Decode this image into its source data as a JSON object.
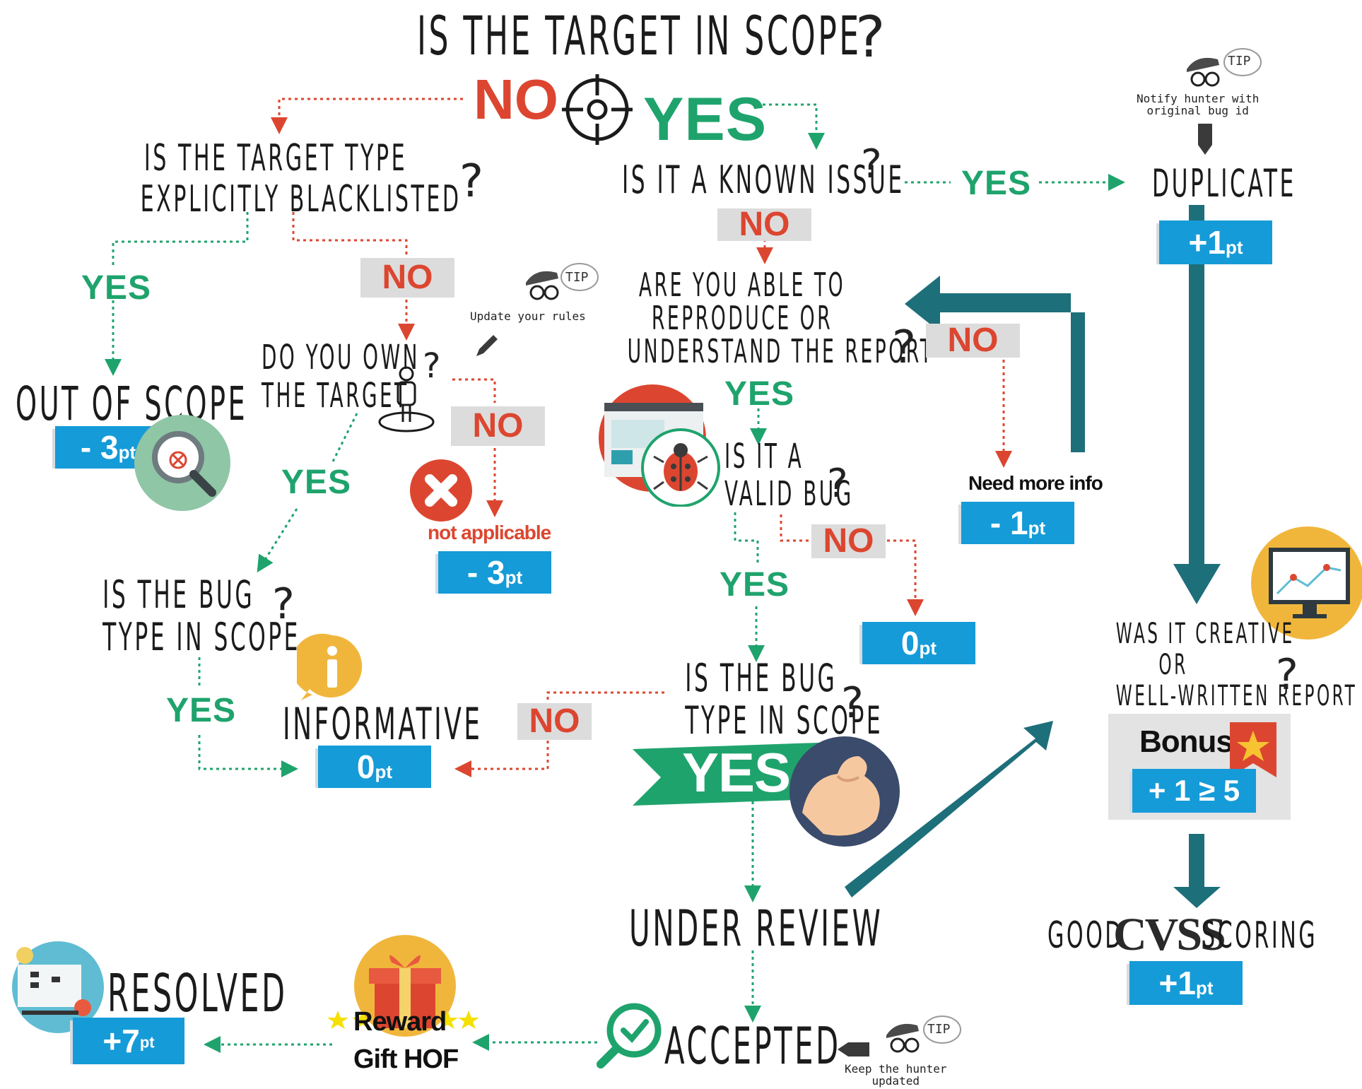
{
  "title": "IS THE TARGET IN SCOPE",
  "top": {
    "no": "NO",
    "yes": "YES"
  },
  "blacklist": {
    "question": "IS THE TARGET TYPE\nEXPLICITLY BLACKLISTED",
    "yes": "YES",
    "no": "NO"
  },
  "out_of_scope": {
    "label": "OUT OF SCOPE",
    "points": "- 3",
    "unit": "pt"
  },
  "own_target": {
    "question": "DO YOU OWN\nTHE TARGET",
    "yes": "YES",
    "no": "NO"
  },
  "tip_rules": {
    "badge": "TIP",
    "text": "Update your rules"
  },
  "not_applicable": {
    "label": "not applicable",
    "points": "- 3",
    "unit": "pt"
  },
  "known_issue": {
    "question": "IS IT A KNOWN ISSUE",
    "yes": "YES",
    "no": "NO"
  },
  "duplicate": {
    "label": "DUPLICATE",
    "points": "+1",
    "unit": "pt"
  },
  "tip_duplicate": {
    "badge": "TIP",
    "text": "Notify hunter with\noriginal bug id"
  },
  "reproduce": {
    "question": "ARE YOU ABLE TO\nREPRODUCE OR\nUNDERSTAND THE REPORT",
    "yes": "YES",
    "no": "NO"
  },
  "need_more_info": {
    "label": "Need more info",
    "points": "- 1",
    "unit": "pt"
  },
  "valid_bug": {
    "question": "IS IT A\nVALID BUG",
    "yes": "YES",
    "no": "NO",
    "points": "0",
    "unit": "pt"
  },
  "bug_type_left": {
    "question": "IS THE BUG\nTYPE IN SCOPE",
    "yes": "YES"
  },
  "informative": {
    "label": "INFORMATIVE",
    "points": "0",
    "unit": "pt"
  },
  "bug_type_center": {
    "question": "IS THE BUG\nTYPE IN SCOPE",
    "no": "NO",
    "yes": "YES"
  },
  "under_review": {
    "label": "UNDER REVIEW"
  },
  "accepted": {
    "label": "ACCEPTED"
  },
  "tip_accepted": {
    "badge": "TIP",
    "text": "Keep the hunter\nupdated"
  },
  "reward": {
    "line1": "Reward",
    "line2": "Gift HOF"
  },
  "resolved": {
    "label": "RESOLVED",
    "points": "+7",
    "unit": "pt"
  },
  "creative": {
    "question": "WAS IT CREATIVE\nOR\nWELL-WRITTEN REPORT"
  },
  "bonus": {
    "label": "Bonus",
    "points": "+ 1 ≥ 5"
  },
  "cvss": {
    "good": "GOOD",
    "cvss": "CVSS",
    "scoring": "SCORING",
    "points": "+1",
    "unit": "pt"
  },
  "colors": {
    "green": "#1fa36d",
    "red": "#dc4630",
    "blue": "#159bd8",
    "teal": "#1d6f7a",
    "grey": "#dddcdc"
  }
}
